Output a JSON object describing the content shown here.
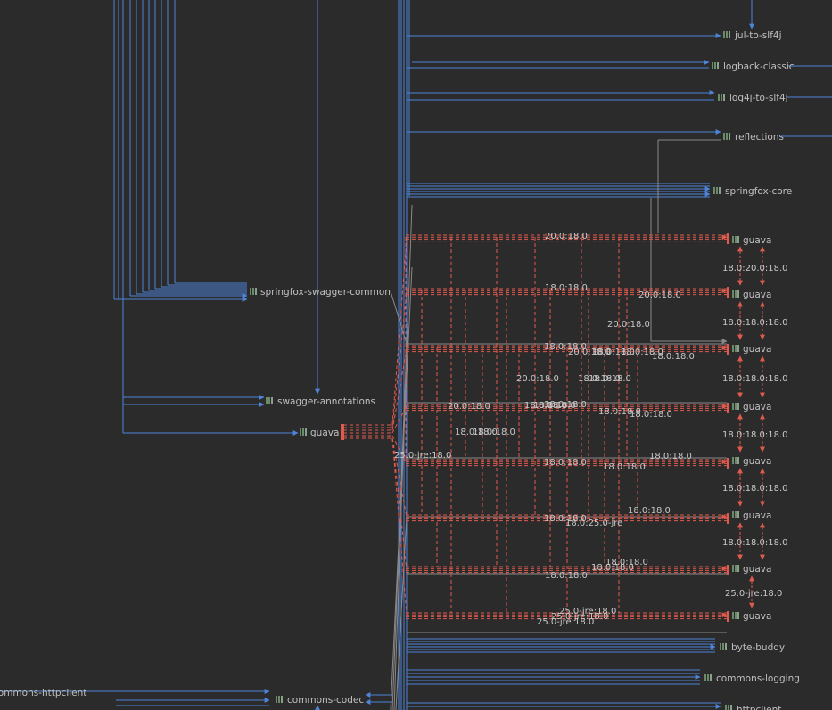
{
  "colors": {
    "background": "#2b2b2b",
    "blue_edge": "#4e84d8",
    "red_edge": "#e05a4e",
    "gray_edge": "#8a8a8a",
    "label_text": "#c0c0c0",
    "version_text": "#c8c8c8",
    "icon": "#6a8a6a"
  },
  "nodes": {
    "jul_to_slf4j": "jul-to-slf4j",
    "logback_classic": "logback-classic",
    "log4j_to_slf4j": "log4j-to-slf4j",
    "reflections": "reflections",
    "springfox_core": "springfox-core",
    "springfox_swagger_common": "springfox-swagger-common",
    "swagger_annotations": "swagger-annotations",
    "guava_left": "guava",
    "guava_1": "guava",
    "guava_2": "guava",
    "guava_3": "guava",
    "guava_4": "guava",
    "guava_5": "guava",
    "guava_6": "guava",
    "guava_7": "guava",
    "guava_8": "guava",
    "byte_buddy": "byte-buddy",
    "commons_logging": "commons-logging",
    "commons_httpclient": "commons-httpclient",
    "commons_codec": "commons-codec",
    "httpclient": "httpclient"
  },
  "version_labels": {
    "r1": "20.0:18.0",
    "r2a": "18.0:18.0",
    "r2b": "20.0:18.0",
    "mid_a": "20.0:18.0",
    "r3a": "18.0:18.0",
    "r3b": "20.0:18.0",
    "r3c": "18.0:18.0",
    "r3d": "18.0:18.0",
    "r3e": "18.0:18.0",
    "row_c1": "20.0:18.0",
    "row_c2": "18.0:18.0",
    "row_c3": "18.0:18.0",
    "row_d1": "20.0:18.0",
    "row_d2": "18.0:18.0",
    "row_d3": "18.0:18.0",
    "row_d4": "18.0:18.0",
    "row_d5": "18.0:18.0",
    "row_e1": "18.0:18.0",
    "row_e2": "18.0:18.0",
    "row_e3": "18.0:18.0",
    "left_guava": "25.0-jre:18.0",
    "r5a": "18.0:18.0",
    "r5b": "18.0:18.0",
    "r5c": "18.0:18.0",
    "r6a": "18.0:18.0",
    "r6b": "18.0:25.0-jre",
    "r6c": "18.0:18.0",
    "r7a": "18.0:18.0",
    "r7b": "18.0:18.0",
    "r7c": "18.0:18.0",
    "r8a": "25.0-jre:18.0",
    "r8b": "25.0-jre:18.0",
    "r8c": "25.0-jre:18.0",
    "side_1": "18.0:20.0:18.0",
    "side_2": "18.0:18.0:18.0",
    "side_3": "18.0:18.0:18.0",
    "side_4": "18.0:18.0:18.0",
    "side_5": "18.0:18.0:18.0",
    "side_6": "18.0:18.0:18.0",
    "side_7": "25.0-jre:18.0"
  }
}
